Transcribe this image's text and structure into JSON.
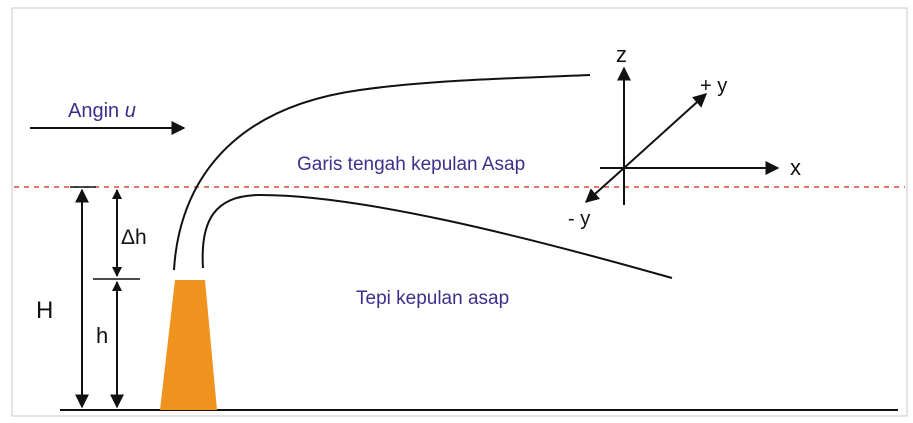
{
  "labels": {
    "wind": "Angin",
    "wind_symbol": "u",
    "centerline": "Garis tengah kepulan Asap",
    "plume_edge": "Tepi kepulan asap",
    "effective_height": "H",
    "plume_rise": "Δh",
    "stack_height": "h",
    "axis_x": "x",
    "axis_z": "z",
    "axis_plus_y": "+ y",
    "axis_minus_y": "- y"
  },
  "colors": {
    "stack": "#f0921e",
    "centerline": "#d94a3c",
    "text": "#3d2f8a",
    "lines": "#111111"
  }
}
